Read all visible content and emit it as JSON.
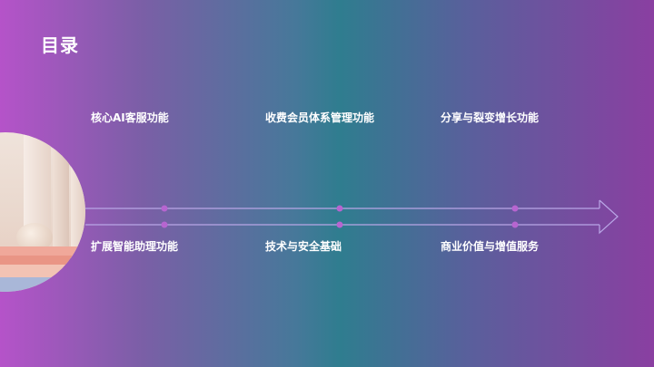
{
  "slide": {
    "title": "目录",
    "top_items": [
      {
        "label": "核心AI客服功能"
      },
      {
        "label": "收费会员体系管理功能"
      },
      {
        "label": "分享与裂变增长功能"
      }
    ],
    "bottom_items": [
      {
        "label": "扩展智能助理功能"
      },
      {
        "label": "技术与安全基础"
      },
      {
        "label": "商业价值与增值服务"
      }
    ]
  },
  "colors": {
    "line": "#b9a6e6",
    "dot": "#b765d0",
    "text": "#ffffff"
  }
}
